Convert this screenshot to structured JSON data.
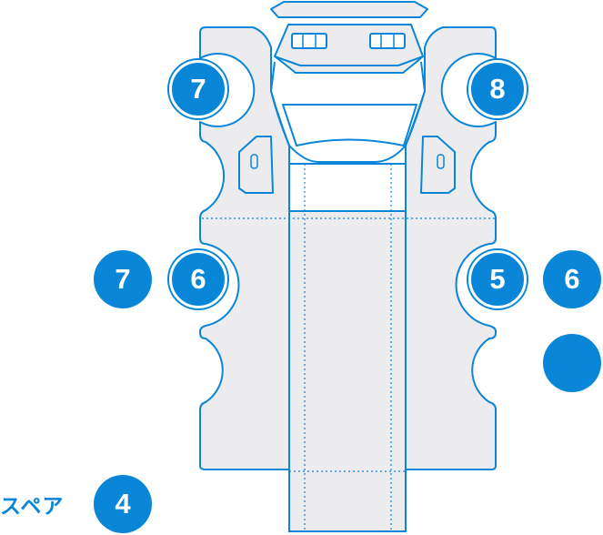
{
  "colors": {
    "accent": "#0a86d9",
    "panel_fill": "#ececee",
    "panel_stroke": "#0a86d9"
  },
  "badges": {
    "top_left": "7",
    "top_right": "8",
    "mid_outer_left": "7",
    "mid_inner_left": "6",
    "mid_inner_right": "5",
    "mid_outer_right": "6",
    "lower_right": "",
    "spare": "4"
  },
  "spare_label": "スペア"
}
